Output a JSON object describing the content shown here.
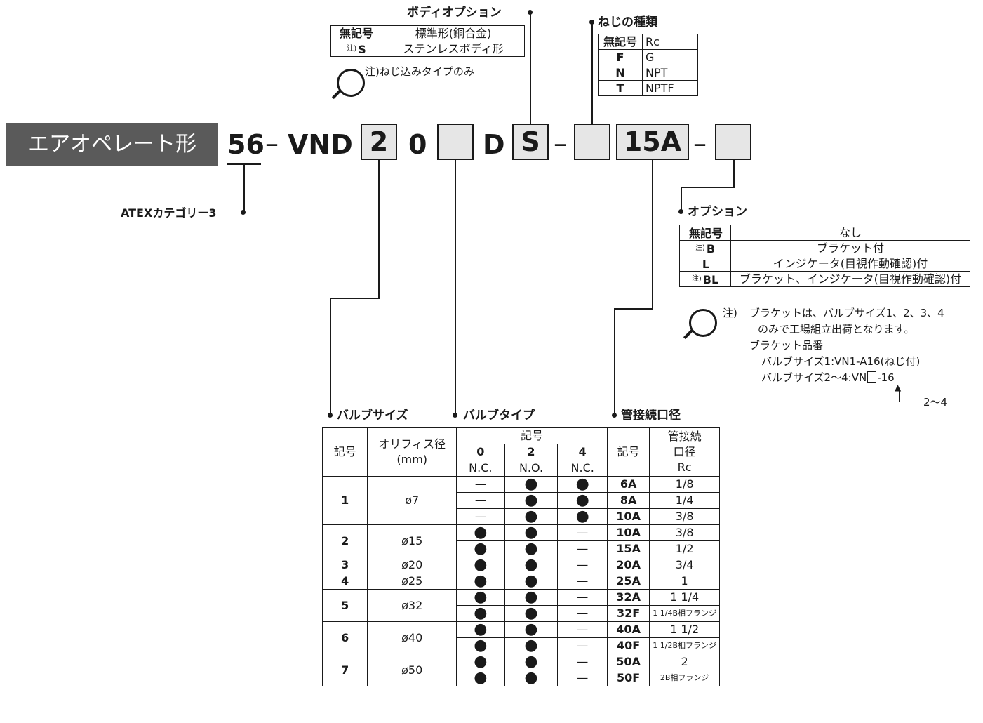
{
  "header": {
    "title": "エアオペレート形",
    "model": {
      "p56": "56",
      "dash1": "–",
      "vnd": "VND",
      "size": "2",
      "zero": "0",
      "d": "D",
      "s": "S",
      "dash2": "–",
      "port": "15A",
      "dash3": "–"
    }
  },
  "body_option": {
    "title": "ボディオプション",
    "rows": [
      {
        "note": "",
        "code": "無記号",
        "value": "標準形(銅合金)"
      },
      {
        "note": "注)",
        "code": "S",
        "value": "ステンレスボディ形"
      }
    ],
    "footnote": "注)ねじ込みタイプのみ"
  },
  "thread_type": {
    "title": "ねじの種類",
    "rows": [
      {
        "code": "無記号",
        "value": "Rc"
      },
      {
        "code": "F",
        "value": "G"
      },
      {
        "code": "N",
        "value": "NPT"
      },
      {
        "code": "T",
        "value": "NPTF"
      }
    ]
  },
  "atex": {
    "label": "ATEXカテゴリー3"
  },
  "option": {
    "title": "オプション",
    "rows": [
      {
        "note": "",
        "code": "無記号",
        "value": "なし"
      },
      {
        "note": "注)",
        "code": "B",
        "value": "ブラケット付"
      },
      {
        "note": "",
        "code": "L",
        "value": "インジケータ(目視作動確認)付"
      },
      {
        "note": "注)",
        "code": "BL",
        "value": "ブラケット、インジケータ(目視作動確認)付"
      }
    ],
    "footnote": {
      "lead": "注)",
      "line1": "ブラケットは、バルブサイズ1、2、3、4",
      "line2": "のみで工場組立出荷となります。",
      "line3": "ブラケット品番",
      "line4": "バルブサイズ1:VN1-A16(ねじ付)",
      "line5a": "バルブサイズ2～4:VN",
      "line5b": "-16",
      "arrow_note": "2～4"
    }
  },
  "section_titles": {
    "valve_size": "バルブサイズ",
    "valve_type": "バルブタイプ",
    "port_size": "管接続口径"
  },
  "spec_table": {
    "headers": {
      "code": "記号",
      "orifice": "オリフィス径",
      "orifice_unit": "(mm)",
      "type_code": "記号",
      "t0": "0",
      "t2": "2",
      "t4": "4",
      "nc": "N.C.",
      "no": "N.O.",
      "nc2": "N.C.",
      "port_code": "記号",
      "port_a": "管接続",
      "port_b": "口径",
      "port_c": "Rc"
    },
    "groups": [
      {
        "size": "1",
        "orifice": "ø7",
        "rows": [
          {
            "t0": "—",
            "t2": "●",
            "t4": "●",
            "port": "6A",
            "rc": "1/8"
          },
          {
            "t0": "—",
            "t2": "●",
            "t4": "●",
            "port": "8A",
            "rc": "1/4"
          },
          {
            "t0": "—",
            "t2": "●",
            "t4": "●",
            "port": "10A",
            "rc": "3/8"
          }
        ]
      },
      {
        "size": "2",
        "orifice": "ø15",
        "rows": [
          {
            "t0": "●",
            "t2": "●",
            "t4": "—",
            "port": "10A",
            "rc": "3/8"
          },
          {
            "t0": "●",
            "t2": "●",
            "t4": "—",
            "port": "15A",
            "rc": "1/2"
          }
        ]
      },
      {
        "size": "3",
        "orifice": "ø20",
        "rows": [
          {
            "t0": "●",
            "t2": "●",
            "t4": "—",
            "port": "20A",
            "rc": "3/4"
          }
        ]
      },
      {
        "size": "4",
        "orifice": "ø25",
        "rows": [
          {
            "t0": "●",
            "t2": "●",
            "t4": "—",
            "port": "25A",
            "rc": "1"
          }
        ]
      },
      {
        "size": "5",
        "orifice": "ø32",
        "rows": [
          {
            "t0": "●",
            "t2": "●",
            "t4": "—",
            "port": "32A",
            "rc": "1 1/4"
          },
          {
            "t0": "●",
            "t2": "●",
            "t4": "—",
            "port": "32F",
            "rc": "1 1/4B相フランジ"
          }
        ]
      },
      {
        "size": "6",
        "orifice": "ø40",
        "rows": [
          {
            "t0": "●",
            "t2": "●",
            "t4": "—",
            "port": "40A",
            "rc": "1 1/2"
          },
          {
            "t0": "●",
            "t2": "●",
            "t4": "—",
            "port": "40F",
            "rc": "1 1/2B相フランジ"
          }
        ]
      },
      {
        "size": "7",
        "orifice": "ø50",
        "rows": [
          {
            "t0": "●",
            "t2": "●",
            "t4": "—",
            "port": "50A",
            "rc": "2"
          },
          {
            "t0": "●",
            "t2": "●",
            "t4": "—",
            "port": "50F",
            "rc": "2B相フランジ"
          }
        ]
      }
    ]
  },
  "colors": {
    "title_bg": "#5a5a5a",
    "box_bg": "#e6e6e6",
    "ink": "#1a1a1a"
  }
}
